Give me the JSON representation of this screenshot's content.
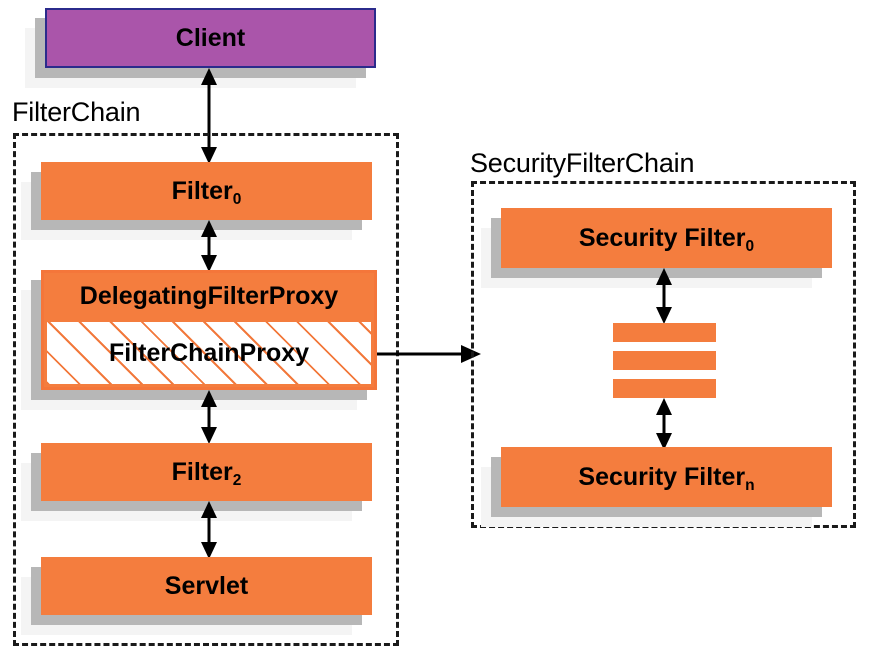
{
  "diagram": {
    "title": "Spring Security FilterChain / SecurityFilterChain delegation diagram",
    "colors": {
      "filter_orange": "#f47d3e",
      "client_purple": "#aa55aa",
      "client_border": "#2b2b8c",
      "shadow_near": "#b7b7b7",
      "shadow_far": "#f4f4f4",
      "dashed_border": "#1a1a1a",
      "hatch_orange": "#f2793c"
    },
    "groups": {
      "filter_chain": {
        "label": "FilterChain"
      },
      "security_filter_chain": {
        "label": "SecurityFilterChain"
      }
    },
    "nodes": {
      "client": {
        "label": "Client"
      },
      "filter0": {
        "label": "Filter",
        "subscript": "0"
      },
      "delegating_filter_proxy": {
        "label": "DelegatingFilterProxy"
      },
      "filter_chain_proxy": {
        "label": "FilterChainProxy"
      },
      "filter2": {
        "label": "Filter",
        "subscript": "2"
      },
      "servlet": {
        "label": "Servlet"
      },
      "security_filter0": {
        "label": "Security Filter",
        "subscript": "0"
      },
      "security_filtern": {
        "label": "Security Filter",
        "subscript": "n"
      },
      "ellipsis_bars": {
        "label": "",
        "count": 3
      }
    },
    "connectors": {
      "client_to_filter0": {
        "kind": "double-arrow-vertical"
      },
      "filter0_to_dfp": {
        "kind": "double-arrow-vertical"
      },
      "dfp_to_filter2": {
        "kind": "double-arrow-vertical"
      },
      "filter2_to_servlet": {
        "kind": "double-arrow-vertical"
      },
      "fcp_to_security_chain": {
        "kind": "single-arrow-right"
      },
      "securityfilter0_to_bars": {
        "kind": "double-arrow-vertical"
      },
      "bars_to_securityfiltern": {
        "kind": "double-arrow-vertical"
      }
    }
  }
}
